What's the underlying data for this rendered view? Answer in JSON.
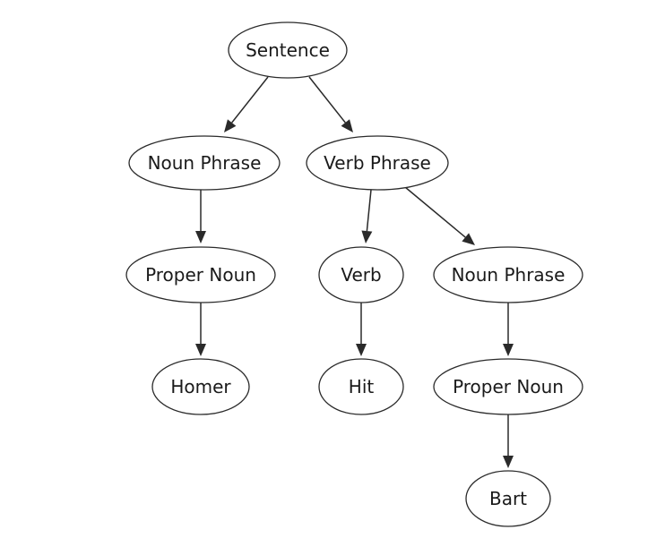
{
  "tree": {
    "nodes": [
      {
        "id": "sentence",
        "label": "Sentence"
      },
      {
        "id": "np1",
        "label": "Noun Phrase"
      },
      {
        "id": "vp",
        "label": "Verb Phrase"
      },
      {
        "id": "pn1",
        "label": "Proper Noun"
      },
      {
        "id": "verb",
        "label": "Verb"
      },
      {
        "id": "np2",
        "label": "Noun Phrase"
      },
      {
        "id": "homer",
        "label": "Homer"
      },
      {
        "id": "hit",
        "label": "Hit"
      },
      {
        "id": "pn2",
        "label": "Proper Noun"
      },
      {
        "id": "bart",
        "label": "Bart"
      }
    ],
    "edges": [
      {
        "from": "sentence",
        "to": "np1"
      },
      {
        "from": "sentence",
        "to": "vp"
      },
      {
        "from": "np1",
        "to": "pn1"
      },
      {
        "from": "vp",
        "to": "verb"
      },
      {
        "from": "vp",
        "to": "np2"
      },
      {
        "from": "pn1",
        "to": "homer"
      },
      {
        "from": "verb",
        "to": "hit"
      },
      {
        "from": "np2",
        "to": "pn2"
      },
      {
        "from": "pn2",
        "to": "bart"
      }
    ]
  }
}
